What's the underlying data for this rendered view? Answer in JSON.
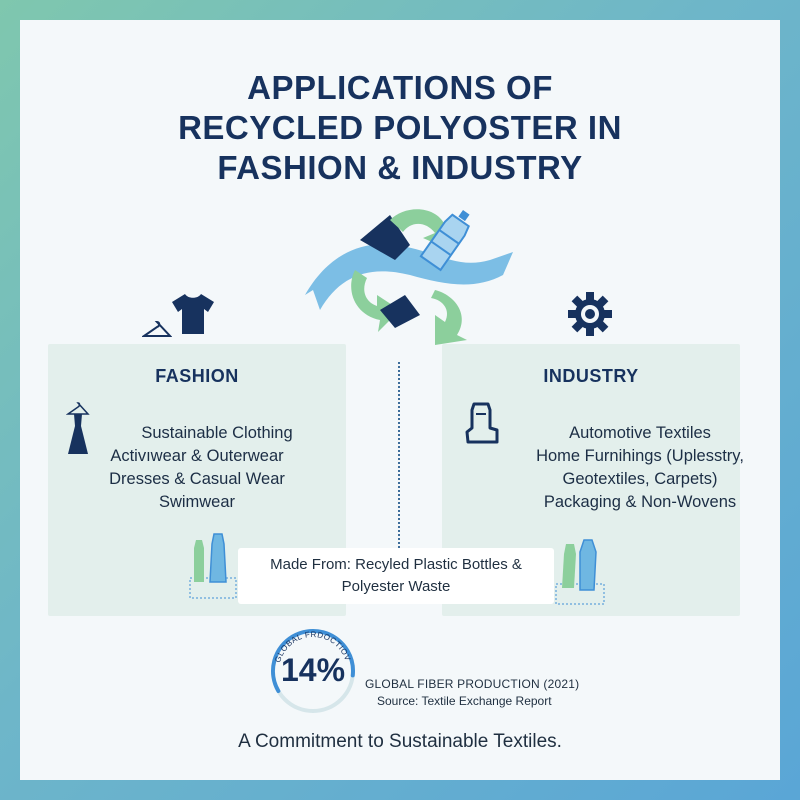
{
  "title": {
    "line1": "APPLICATIONS OF",
    "line2": "RECYCLED POLYOSTER IN",
    "line3": "FASHION & INDUSTRY"
  },
  "fashion": {
    "heading": "FASHION",
    "items": [
      "Sustainable Clothing",
      "Activıwear & Outerwear",
      "Dresses & Casual Wear",
      "Swimwear"
    ]
  },
  "industry": {
    "heading": "INDUSTRY",
    "items": [
      "Automotive Textiles",
      "Home Furnihings (Uplesstry,",
      "Geotextiles, Carpets)",
      "Packaging & Non-Wovens"
    ]
  },
  "banner": {
    "line1": "Made From: Recyled Plastic Bottles &",
    "line2": "Polyester Waste"
  },
  "stat": {
    "value": "14%",
    "ring_text": "GLOBAL FRDOCTIOV",
    "label": "GLOBAL FIBER PRODUCTION (2021)",
    "source": "Source: Textile Exchange Report"
  },
  "footer": "A Commitment to Sustainable Textiles.",
  "colors": {
    "navy": "#17325e",
    "teal": "#3f8fd6",
    "green": "#8ccf9c",
    "panel": "#e3efec"
  },
  "icons": [
    "hanger-icon",
    "tshirt-icon",
    "dress-icon",
    "gear-icon",
    "car-seat-icon",
    "recycle-icon",
    "bottle-icon"
  ]
}
